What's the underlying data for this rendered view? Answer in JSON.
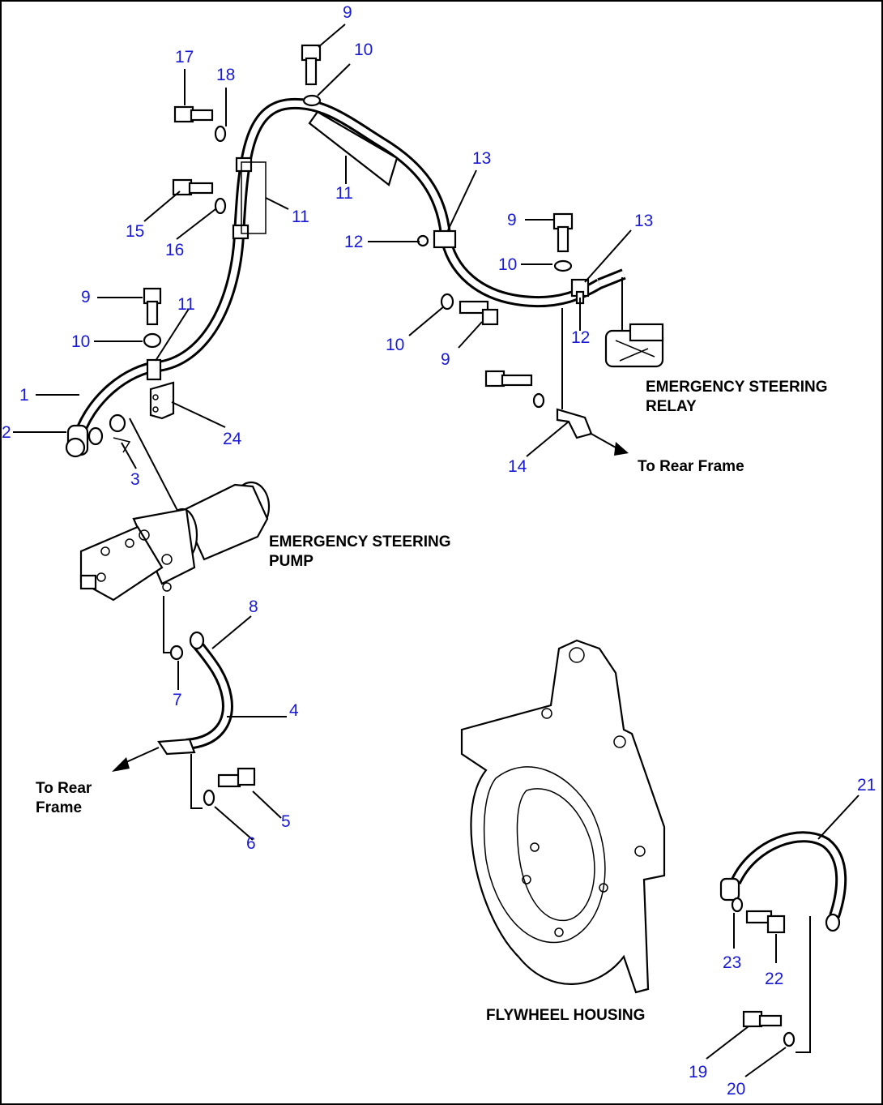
{
  "callouts": {
    "c1": "1",
    "c2": "2",
    "c3": "3",
    "c4": "4",
    "c5": "5",
    "c6": "6",
    "c7": "7",
    "c8": "8",
    "c9a": "9",
    "c9b": "9",
    "c9c": "9",
    "c9d": "9",
    "c10a": "10",
    "c10b": "10",
    "c10c": "10",
    "c10d": "10",
    "c11a": "11",
    "c11b": "11",
    "c11c": "11",
    "c12a": "12",
    "c12b": "12",
    "c13a": "13",
    "c13b": "13",
    "c14": "14",
    "c15": "15",
    "c16": "16",
    "c17": "17",
    "c18": "18",
    "c19": "19",
    "c20": "20",
    "c21": "21",
    "c22": "22",
    "c23": "23",
    "c24": "24"
  },
  "labels": {
    "relay_line1": "EMERGENCY STEERING",
    "relay_line2": "RELAY",
    "pump_line1": "EMERGENCY STEERING",
    "pump_line2": "PUMP",
    "rear_frame_right": "To Rear Frame",
    "rear_frame_left_line1": "To Rear",
    "rear_frame_left_line2": "Frame",
    "flywheel": "FLYWHEEL HOUSING"
  },
  "colors": {
    "callout": "#1a1ad6",
    "line": "#000000",
    "background": "#ffffff"
  }
}
